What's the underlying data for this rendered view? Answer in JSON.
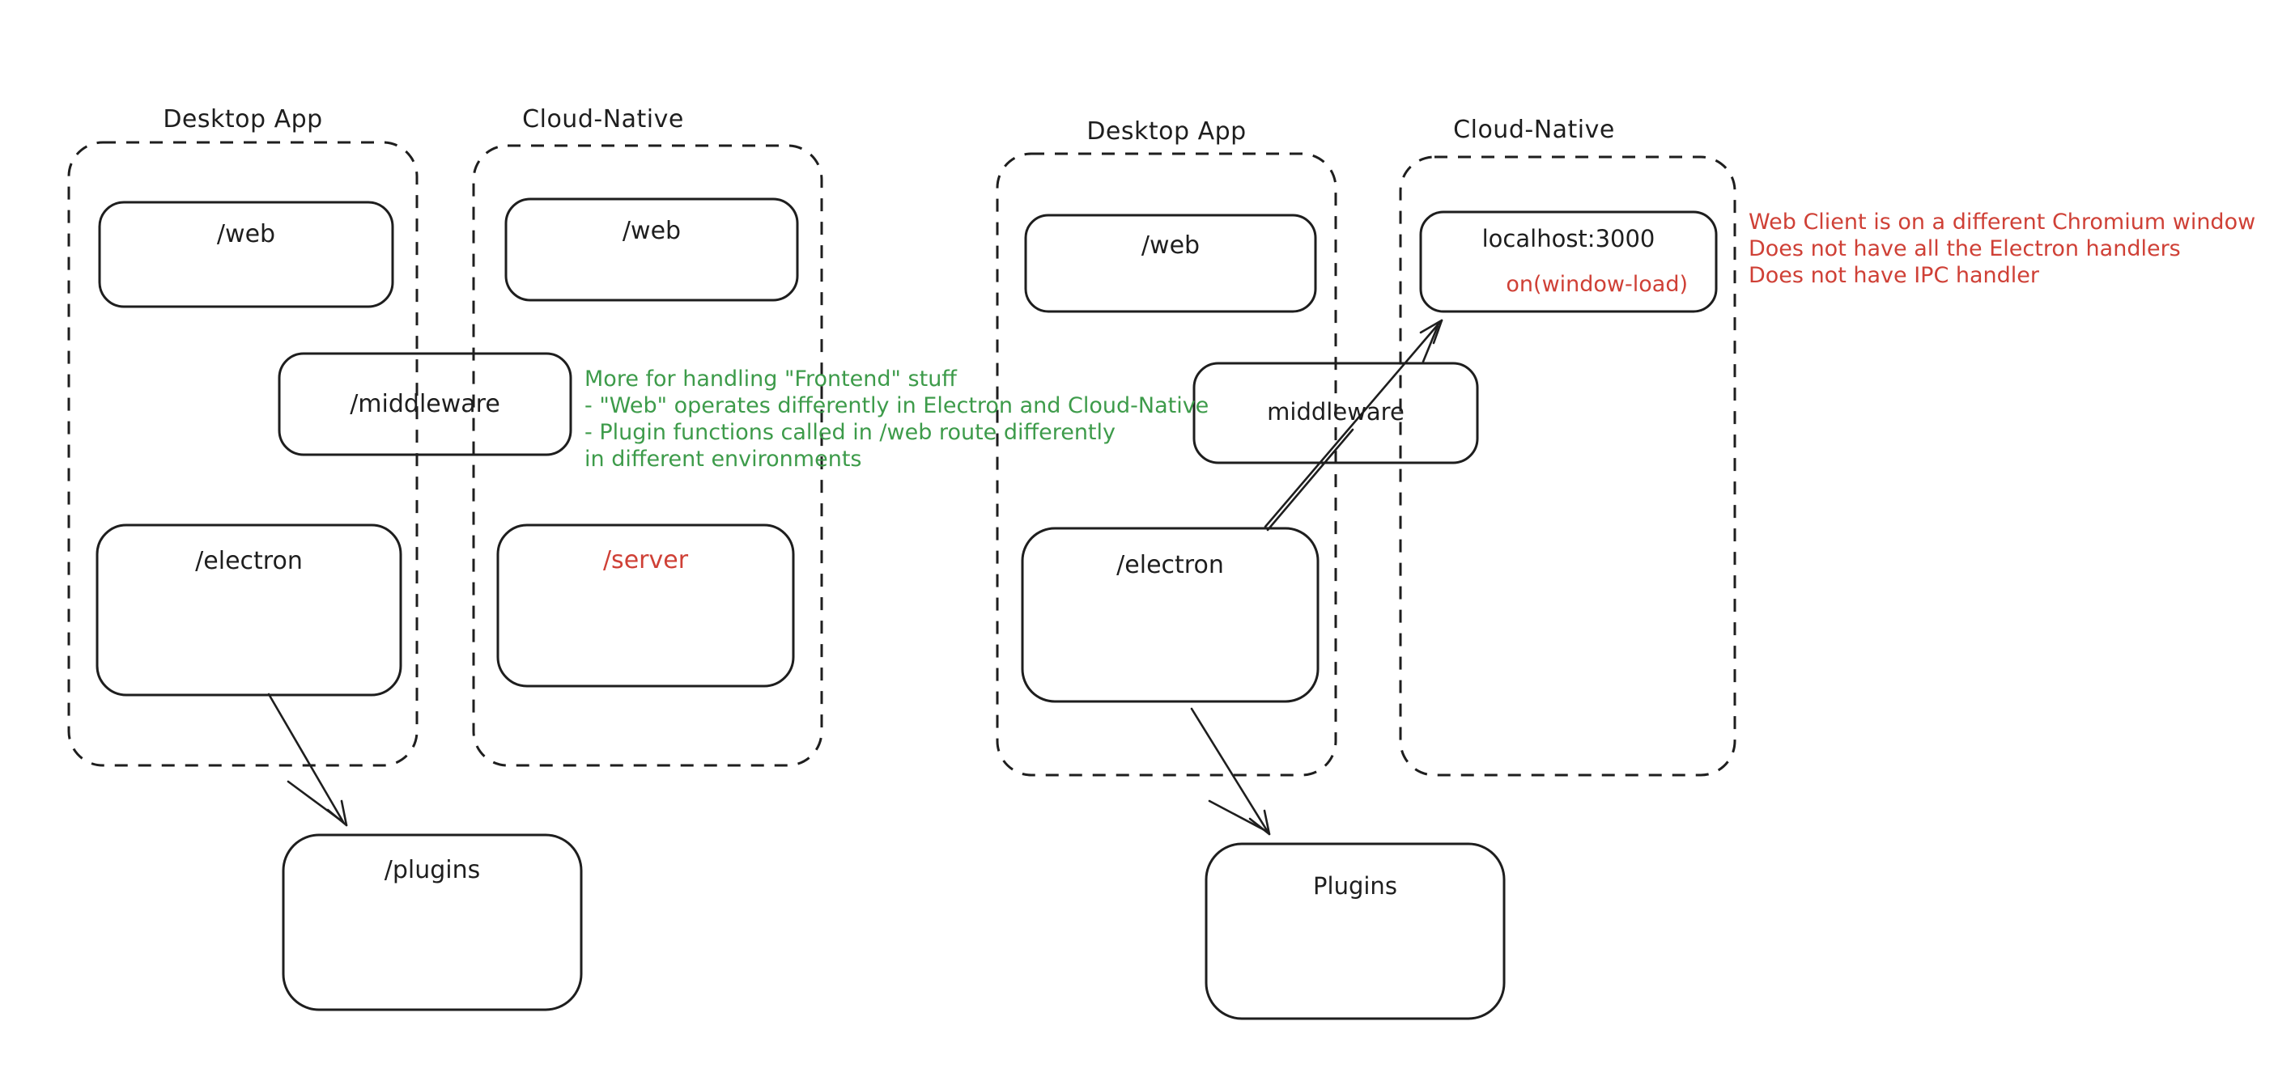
{
  "colors": {
    "ink": "#1e1e1e",
    "green_annotation": "#3d9b4a",
    "red_annotation": "#cf4036",
    "background": "#ffffff"
  },
  "left_diagram": {
    "desktop_column": {
      "label": "Desktop App",
      "web_box": "/web",
      "electron_box": "/electron"
    },
    "cloud_column": {
      "label": "Cloud-Native",
      "web_box": "/web",
      "server_box": "/server"
    },
    "middleware_box": "/middleware",
    "plugins_box": "/plugins",
    "green_note": {
      "line1": "More for handling \"Frontend\" stuff",
      "line2": "- \"Web\" operates differently in Electron and Cloud-Native",
      "line3": "- Plugin functions called in /web route differently",
      "line4": "in different environments"
    }
  },
  "right_diagram": {
    "desktop_column": {
      "label": "Desktop App",
      "web_box": "/web",
      "electron_box": "/electron"
    },
    "cloud_column": {
      "label": "Cloud-Native",
      "localhost_box": "localhost:3000",
      "on_window_load": "on(window-load)"
    },
    "middleware_box": "middleware",
    "plugins_box": "Plugins",
    "red_note": {
      "line1": "Web Client is on a different Chromium window",
      "line2": "Does not have all the Electron handlers",
      "line3": "Does not have IPC handler"
    }
  }
}
